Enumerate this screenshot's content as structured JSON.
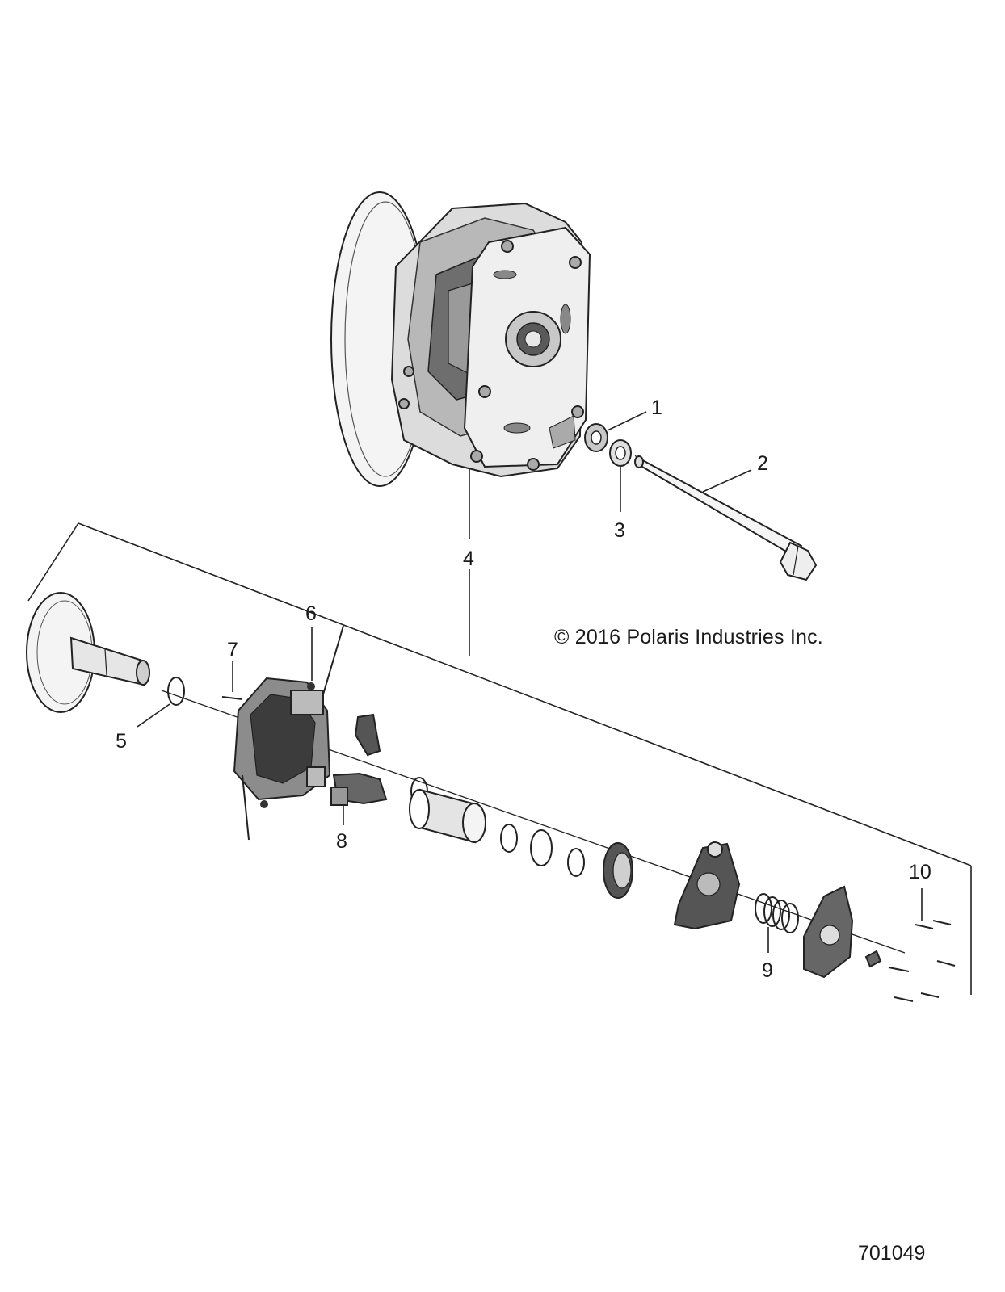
{
  "callouts": [
    {
      "id": "1",
      "label": "1"
    },
    {
      "id": "2",
      "label": "2"
    },
    {
      "id": "3",
      "label": "3"
    },
    {
      "id": "4",
      "label": "4"
    },
    {
      "id": "5",
      "label": "5"
    },
    {
      "id": "6",
      "label": "6"
    },
    {
      "id": "7",
      "label": "7"
    },
    {
      "id": "8",
      "label": "8"
    },
    {
      "id": "9",
      "label": "9"
    },
    {
      "id": "10",
      "label": "10"
    }
  ],
  "copyright": "© 2016 Polaris Industries Inc.",
  "figure_number": "701049",
  "colors": {
    "ink": "#1a1a1a",
    "fill_dark": "#3a3a3a",
    "fill_mid": "#8a8a8a",
    "fill_light": "#d0d0d0"
  }
}
